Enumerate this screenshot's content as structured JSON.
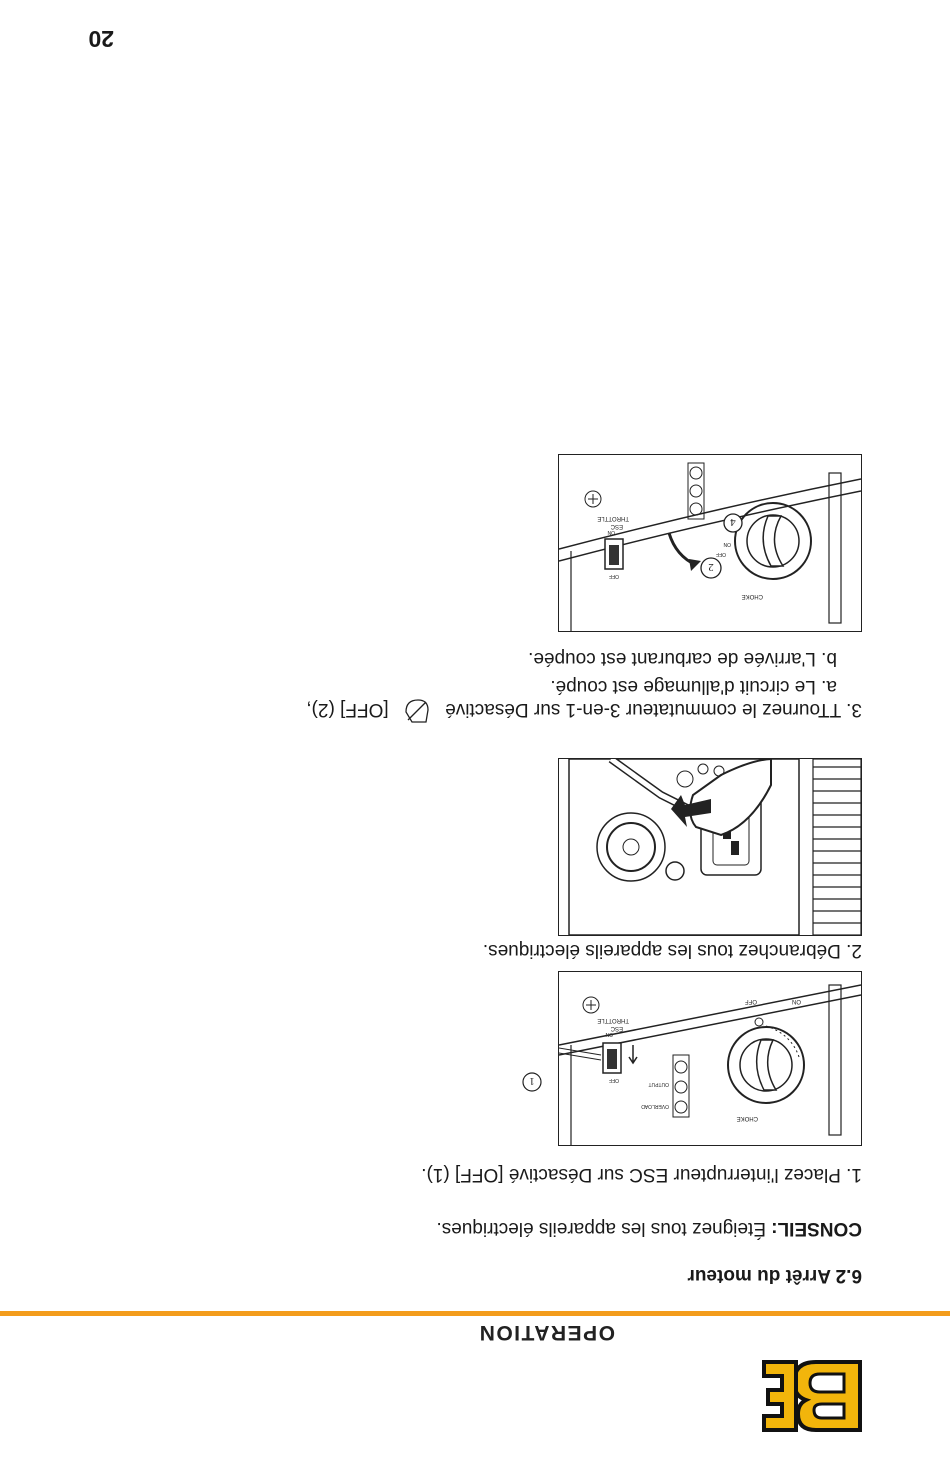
{
  "header": {
    "section": "OPERATION",
    "logo_text": "BE",
    "accent_color": "#f39c1c",
    "logo_color": "#f2b50b"
  },
  "section_heading": "6.2 Arrêt du moteur",
  "tip": {
    "label": "CONSEIL:",
    "text": "Éteignez tous les appareils électriques."
  },
  "steps": [
    {
      "text": "1. Placez l'interrupteur ESC sur Désactivé [OFF] (1)."
    },
    {
      "text": "2. Débranchez tous les appareils électriques."
    },
    {
      "text_before": "3. TTournez le commutateur 3-en-1  sur Désactivé",
      "text_after": "[OFF] (2),",
      "subitems": [
        "a. Le circuit d'allumage est coupé.",
        "b. L'arrivée de carburant est coupée."
      ]
    }
  ],
  "figures": {
    "fig1": {
      "labels": [
        "ESC",
        "THROTTLE",
        "ON",
        "OFF",
        "OUTPUT",
        "OVERLOAD",
        "CHOKE",
        "ON",
        "OFF"
      ],
      "callout": "1"
    },
    "fig3": {
      "labels": [
        "ESC",
        "THROTTLE",
        "ON",
        "OFF",
        "CHOKE",
        "ON",
        "OFF"
      ],
      "callouts": [
        "4",
        "2"
      ]
    }
  },
  "page_number": "20"
}
